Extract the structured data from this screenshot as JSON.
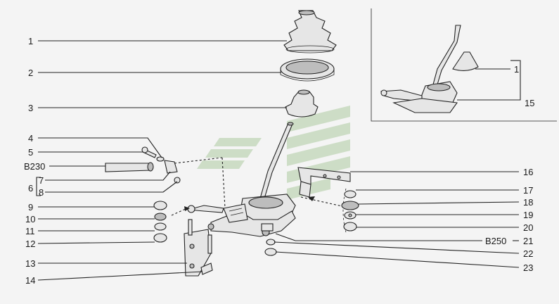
{
  "callouts": {
    "c1": "1",
    "c2": "2",
    "c3": "3",
    "c4": "4",
    "c5": "5",
    "b230": "B230",
    "c6": "6",
    "c7": "7",
    "c8": "8",
    "c9": "9",
    "c10": "10",
    "c11": "11",
    "c12": "12",
    "c13": "13",
    "c14": "14",
    "c16": "16",
    "c17": "17",
    "c18": "18",
    "c19": "19",
    "c20": "20",
    "b250": "B250",
    "c21": "21",
    "c22": "22",
    "c23": "23",
    "inset_c1": "1",
    "inset_c15": "15"
  },
  "colors": {
    "watermark": "#c7d9be",
    "line": "#222222",
    "part_fill": "#e6e6e6"
  }
}
